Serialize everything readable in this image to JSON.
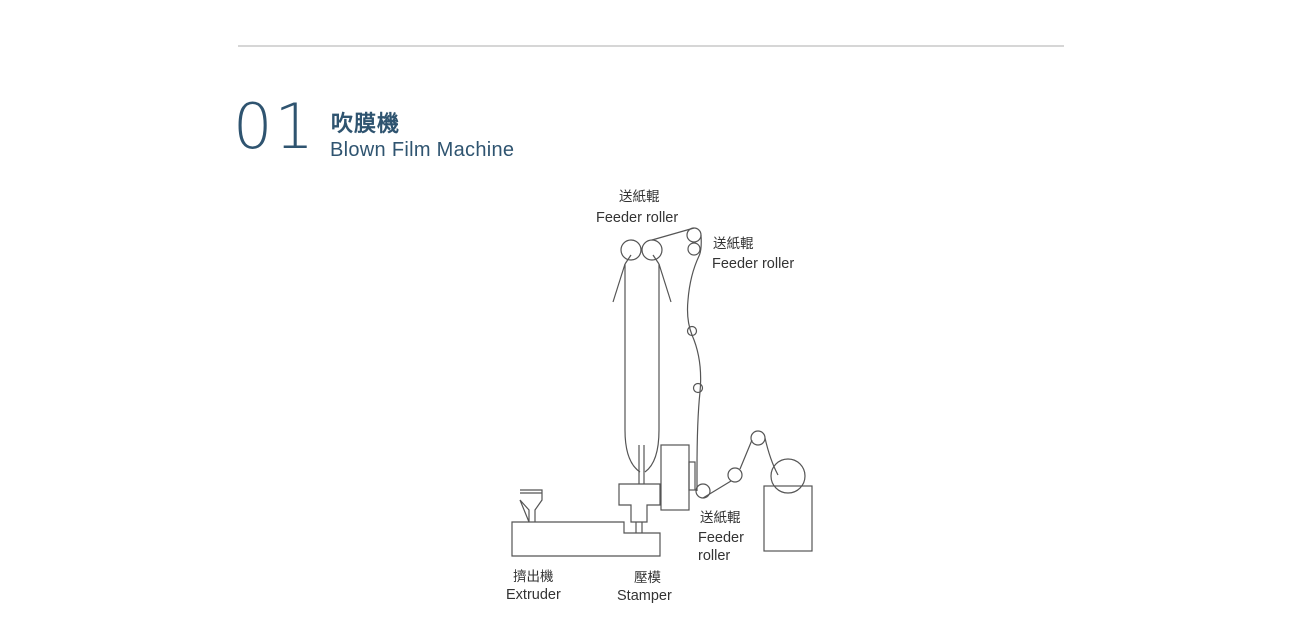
{
  "section": {
    "number": "01",
    "title_zh": "吹膜機",
    "title_en": "Blown Film Machine"
  },
  "diagram": {
    "labels": {
      "feeder_top": {
        "zh": "送紙輥",
        "en": "Feeder roller"
      },
      "feeder_right": {
        "zh": "送紙輥",
        "en": "Feeder roller"
      },
      "feeder_bottom": {
        "zh": "送紙輥",
        "en_line1": "Feeder",
        "en_line2": "roller"
      },
      "extruder": {
        "zh": "擠出機",
        "en": "Extruder"
      },
      "stamper": {
        "zh": "壓模",
        "en": "Stamper"
      }
    }
  }
}
